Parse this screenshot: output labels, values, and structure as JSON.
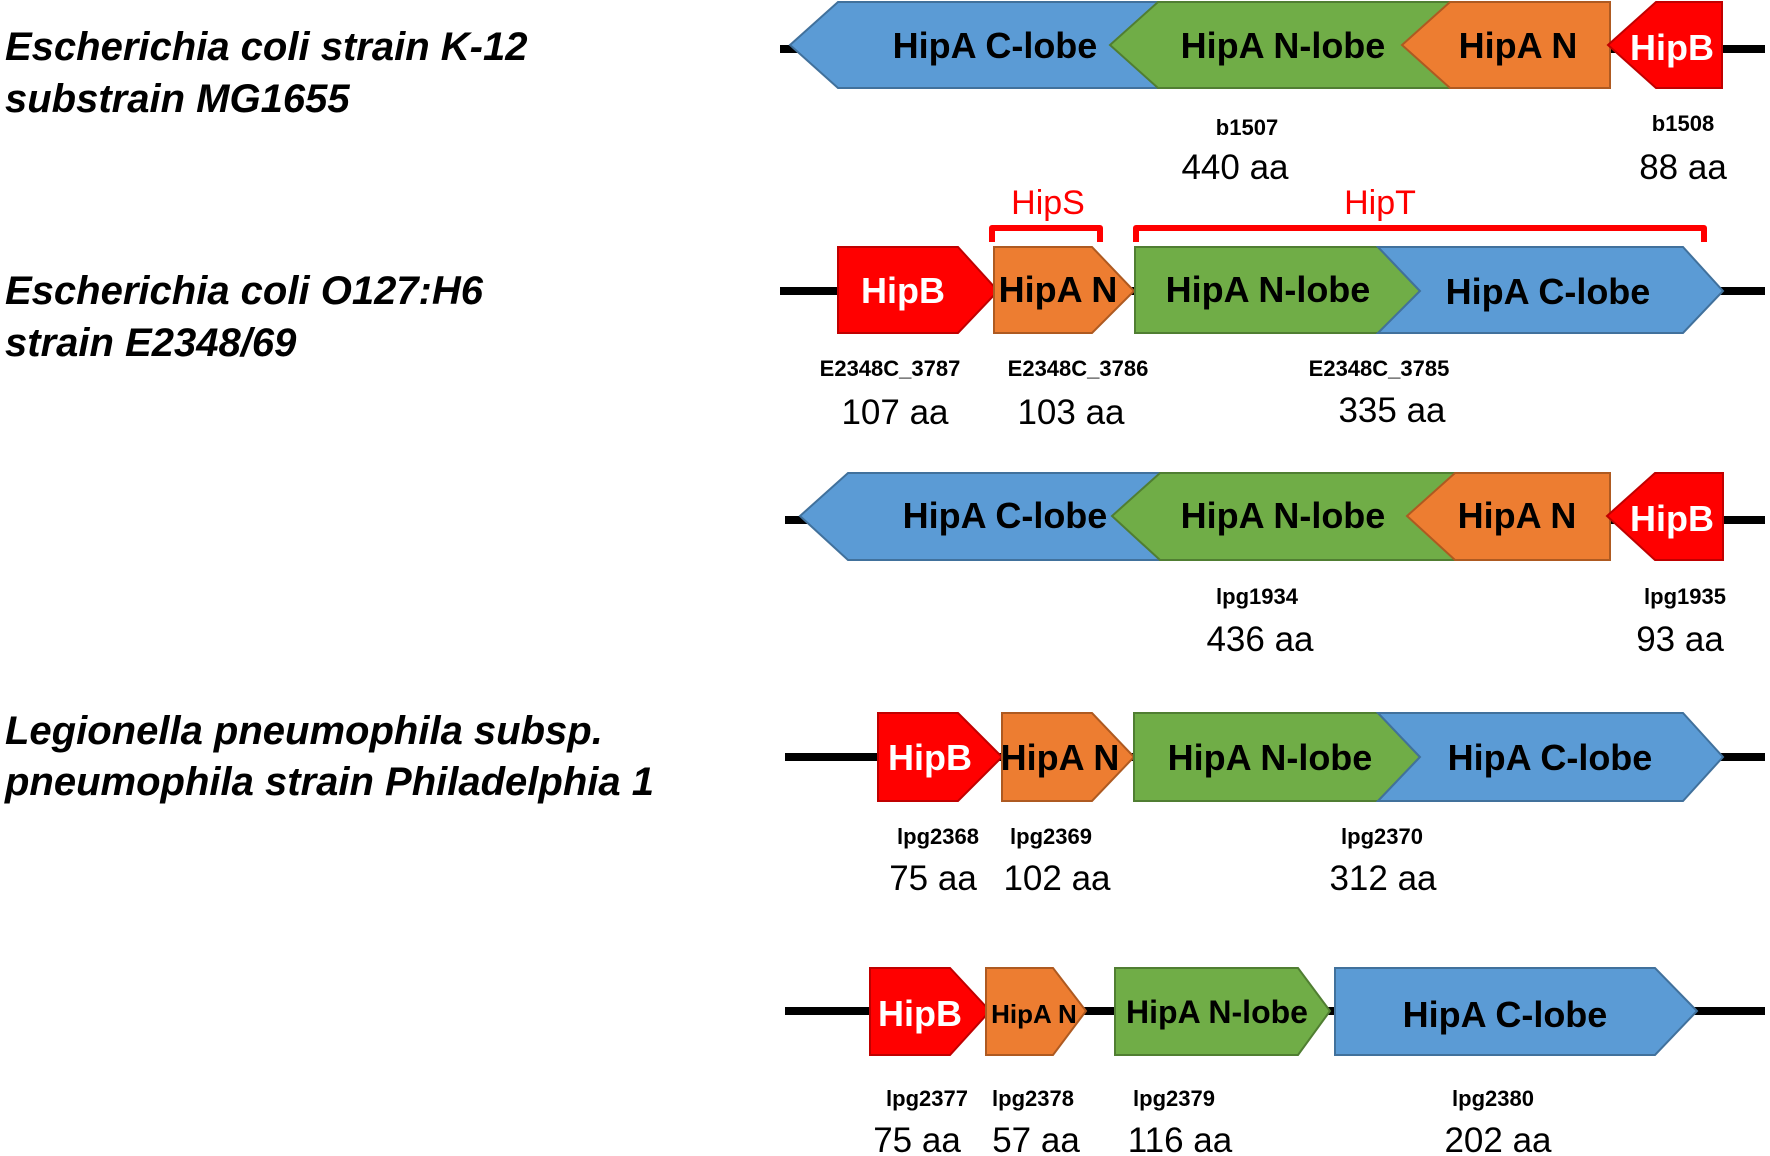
{
  "colors": {
    "hipb": "#ff0000",
    "hipa_n": "#ed7d31",
    "hipa_n_lobe": "#70ad47",
    "hipa_c_lobe": "#5b9bd5",
    "bracket": "#ff0000",
    "backbone": "#000000"
  },
  "species": [
    {
      "line1": "Escherichia coli strain K-12",
      "line2": "substrain MG1655"
    },
    {
      "line1": "Escherichia coli O127:H6",
      "line2": "strain E2348/69"
    },
    {
      "line1": "Legionella pneumophila subsp.",
      "line2": "pneumophila strain Philadelphia 1"
    }
  ],
  "brackets": [
    {
      "label": "HipS"
    },
    {
      "label": "HipT"
    }
  ],
  "operons": [
    {
      "domains": [
        {
          "label": "HipA C-lobe",
          "type": "hipa_c_lobe"
        },
        {
          "label": "HipA N-lobe",
          "type": "hipa_n_lobe"
        },
        {
          "label": "HipA N",
          "type": "hipa_n"
        },
        {
          "label": "HipB",
          "type": "hipb"
        }
      ],
      "genes": [
        {
          "locus": "b1507",
          "length": "440 aa"
        },
        {
          "locus": "b1508",
          "length": "88 aa"
        }
      ]
    },
    {
      "domains": [
        {
          "label": "HipB",
          "type": "hipb"
        },
        {
          "label": "HipA N",
          "type": "hipa_n"
        },
        {
          "label": "HipA N-lobe",
          "type": "hipa_n_lobe"
        },
        {
          "label": "HipA C-lobe",
          "type": "hipa_c_lobe"
        }
      ],
      "genes": [
        {
          "locus": "E2348C_3787",
          "length": "107 aa"
        },
        {
          "locus": "E2348C_3786",
          "length": "103 aa"
        },
        {
          "locus": "E2348C_3785",
          "length": "335 aa"
        }
      ]
    },
    {
      "domains": [
        {
          "label": "HipA C-lobe",
          "type": "hipa_c_lobe"
        },
        {
          "label": "HipA N-lobe",
          "type": "hipa_n_lobe"
        },
        {
          "label": "HipA N",
          "type": "hipa_n"
        },
        {
          "label": "HipB",
          "type": "hipb"
        }
      ],
      "genes": [
        {
          "locus": "lpg1934",
          "length": "436 aa"
        },
        {
          "locus": "lpg1935",
          "length": "93 aa"
        }
      ]
    },
    {
      "domains": [
        {
          "label": "HipB",
          "type": "hipb"
        },
        {
          "label": "HipA N",
          "type": "hipa_n"
        },
        {
          "label": "HipA N-lobe",
          "type": "hipa_n_lobe"
        },
        {
          "label": "HipA C-lobe",
          "type": "hipa_c_lobe"
        }
      ],
      "genes": [
        {
          "locus": "lpg2368",
          "length": "75 aa"
        },
        {
          "locus": "lpg2369",
          "length": "102 aa"
        },
        {
          "locus": "lpg2370",
          "length": "312 aa"
        }
      ]
    },
    {
      "domains": [
        {
          "label": "HipB",
          "type": "hipb"
        },
        {
          "label": "HipA N",
          "type": "hipa_n"
        },
        {
          "label": "HipA N-lobe",
          "type": "hipa_n_lobe"
        },
        {
          "label": "HipA C-lobe",
          "type": "hipa_c_lobe"
        }
      ],
      "genes": [
        {
          "locus": "lpg2377",
          "length": "75 aa"
        },
        {
          "locus": "lpg2378",
          "length": "57 aa"
        },
        {
          "locus": "lpg2379",
          "length": "116 aa"
        },
        {
          "locus": "lpg2380",
          "length": "202 aa"
        }
      ]
    }
  ]
}
